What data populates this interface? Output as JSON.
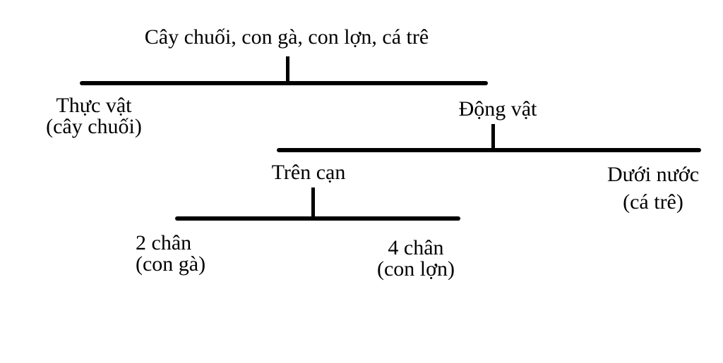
{
  "diagram": {
    "title": "Cây chuối, con gà, con lợn, cá trê",
    "level1": {
      "left": {
        "label": "Thực vật",
        "example": "(cây chuối)"
      },
      "right": {
        "label": "Động vật"
      }
    },
    "level2": {
      "left": {
        "label": "Trên cạn"
      },
      "right": {
        "label": "Dưới nước",
        "example": "(cá trê)"
      }
    },
    "level3": {
      "left": {
        "label": "2 chân",
        "example": "(con gà)"
      },
      "right": {
        "label": "4 chân",
        "example": "(con lợn)"
      }
    },
    "colors": {
      "line": "#000000",
      "text": "#000000",
      "background": "#ffffff"
    }
  }
}
